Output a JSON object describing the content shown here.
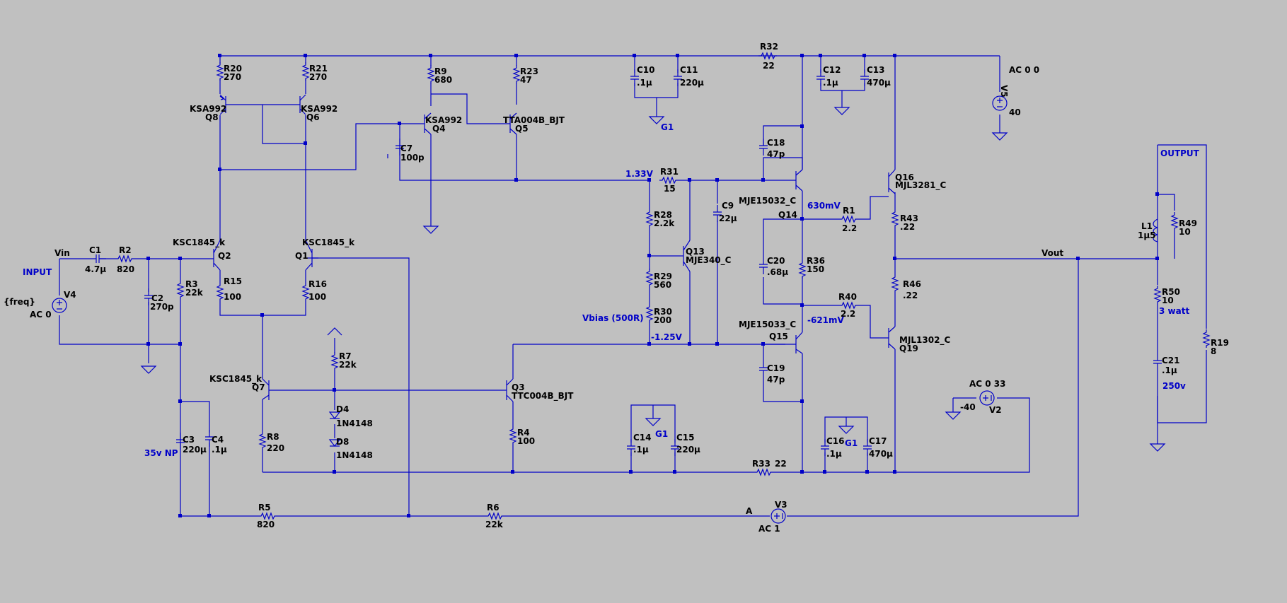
{
  "components": [
    {
      "id": "R20",
      "name": "R20",
      "value": "270"
    },
    {
      "id": "R21",
      "name": "R21",
      "value": "270"
    },
    {
      "id": "R9",
      "name": "R9",
      "value": "680"
    },
    {
      "id": "R23",
      "name": "R23",
      "value": "47"
    },
    {
      "id": "C10",
      "name": "C10",
      "value": ".1µ"
    },
    {
      "id": "C11",
      "name": "C11",
      "value": "220µ"
    },
    {
      "id": "R32",
      "name": "R32",
      "value": "22"
    },
    {
      "id": "C12",
      "name": "C12",
      "value": ".1µ"
    },
    {
      "id": "C13",
      "name": "C13",
      "value": "470µ"
    },
    {
      "id": "V5",
      "name": "V5",
      "value": "40"
    },
    {
      "id": "Q8",
      "name": "Q8",
      "value": "KSA992"
    },
    {
      "id": "Q6",
      "name": "Q6",
      "value": "KSA992"
    },
    {
      "id": "Q4",
      "name": "Q4",
      "value": "KSA992"
    },
    {
      "id": "Q5",
      "name": "Q5",
      "value": "TTA004B_BJT"
    },
    {
      "id": "C7",
      "name": "C7",
      "value": "100p"
    },
    {
      "id": "C18",
      "name": "C18",
      "value": "47p"
    },
    {
      "id": "R31",
      "name": "R31",
      "value": "15"
    },
    {
      "id": "C9",
      "name": "C9",
      "value": "22µ"
    },
    {
      "id": "Q14",
      "name": "Q14",
      "value": "MJE15032_C"
    },
    {
      "id": "Q16",
      "name": "Q16",
      "value": "MJL3281_C"
    },
    {
      "id": "R1",
      "name": "R1",
      "value": "2.2"
    },
    {
      "id": "R43",
      "name": "R43",
      "value": ".22"
    },
    {
      "id": "R28",
      "name": "R28",
      "value": "2.2k"
    },
    {
      "id": "Q13",
      "name": "Q13",
      "value": "MJE340_C"
    },
    {
      "id": "R29",
      "name": "R29",
      "value": "560"
    },
    {
      "id": "R30",
      "name": "R30",
      "value": "200"
    },
    {
      "id": "C20",
      "name": "C20",
      "value": ".68µ"
    },
    {
      "id": "R36",
      "name": "R36",
      "value": "150"
    },
    {
      "id": "R40",
      "name": "R40",
      "value": "2.2"
    },
    {
      "id": "R46",
      "name": "R46",
      "value": ".22"
    },
    {
      "id": "Q15",
      "name": "Q15",
      "value": "MJE15033_C"
    },
    {
      "id": "Q19",
      "name": "Q19",
      "value": "MJL1302_C"
    },
    {
      "id": "C19",
      "name": "C19",
      "value": "47p"
    },
    {
      "id": "L1",
      "name": "L1",
      "value": "1µ5"
    },
    {
      "id": "R49",
      "name": "R49",
      "value": "10"
    },
    {
      "id": "R50",
      "name": "R50",
      "value": "10"
    },
    {
      "id": "C21",
      "name": "C21",
      "value": ".1µ"
    },
    {
      "id": "R19",
      "name": "R19",
      "value": "8"
    },
    {
      "id": "C1",
      "name": "C1",
      "value": "4.7µ"
    },
    {
      "id": "R2",
      "name": "R2",
      "value": "820"
    },
    {
      "id": "V4",
      "name": "V4",
      "value": "AC 0"
    },
    {
      "id": "C2",
      "name": "C2",
      "value": "270p"
    },
    {
      "id": "R3",
      "name": "R3",
      "value": "22k"
    },
    {
      "id": "Q2",
      "name": "Q2",
      "value": "KSC1845_k"
    },
    {
      "id": "Q1",
      "name": "Q1",
      "value": "KSC1845_k"
    },
    {
      "id": "R15",
      "name": "R15",
      "value": "100"
    },
    {
      "id": "R16",
      "name": "R16",
      "value": "100"
    },
    {
      "id": "R7",
      "name": "R7",
      "value": "22k"
    },
    {
      "id": "D4",
      "name": "D4",
      "value": "1N4148"
    },
    {
      "id": "D8",
      "name": "D8",
      "value": "1N4148"
    },
    {
      "id": "Q7",
      "name": "Q7",
      "value": "KSC1845_k"
    },
    {
      "id": "Q3",
      "name": "Q3",
      "value": "TTC004B_BJT"
    },
    {
      "id": "R4",
      "name": "R4",
      "value": "100"
    },
    {
      "id": "R8",
      "name": "R8",
      "value": "220"
    },
    {
      "id": "C3",
      "name": "C3",
      "value": "220µ"
    },
    {
      "id": "C4",
      "name": "C4",
      "value": ".1µ"
    },
    {
      "id": "C14",
      "name": "C14",
      "value": ".1µ"
    },
    {
      "id": "C15",
      "name": "C15",
      "value": "220µ"
    },
    {
      "id": "C16",
      "name": "C16",
      "value": ".1µ"
    },
    {
      "id": "C17",
      "name": "C17",
      "value": "470µ"
    },
    {
      "id": "R33",
      "name": "R33",
      "value": "22"
    },
    {
      "id": "V2",
      "name": "V2",
      "value": "-40"
    },
    {
      "id": "R5",
      "name": "R5",
      "value": "820"
    },
    {
      "id": "R6",
      "name": "R6",
      "value": "22k"
    },
    {
      "id": "V3",
      "name": "V3",
      "value": "AC 1"
    }
  ],
  "labels": {
    "ac_v5": "AC 0 0",
    "ac_v2": "AC 0 33",
    "freq": "{freq}",
    "vin": "Vin",
    "vout": "Vout",
    "node_a": "A",
    "g1_top": "G1",
    "g1_mid": "G1",
    "g1_bot": "G1",
    "input": "INPUT",
    "output": "OUTPUT",
    "v133": "1.33V",
    "v630": "630mV",
    "v621": "-621mV",
    "v125": "-1.25V",
    "vbias": "Vbias (500R)",
    "np35": "35v NP",
    "watt3": "3 watt",
    "v250": "250v"
  }
}
